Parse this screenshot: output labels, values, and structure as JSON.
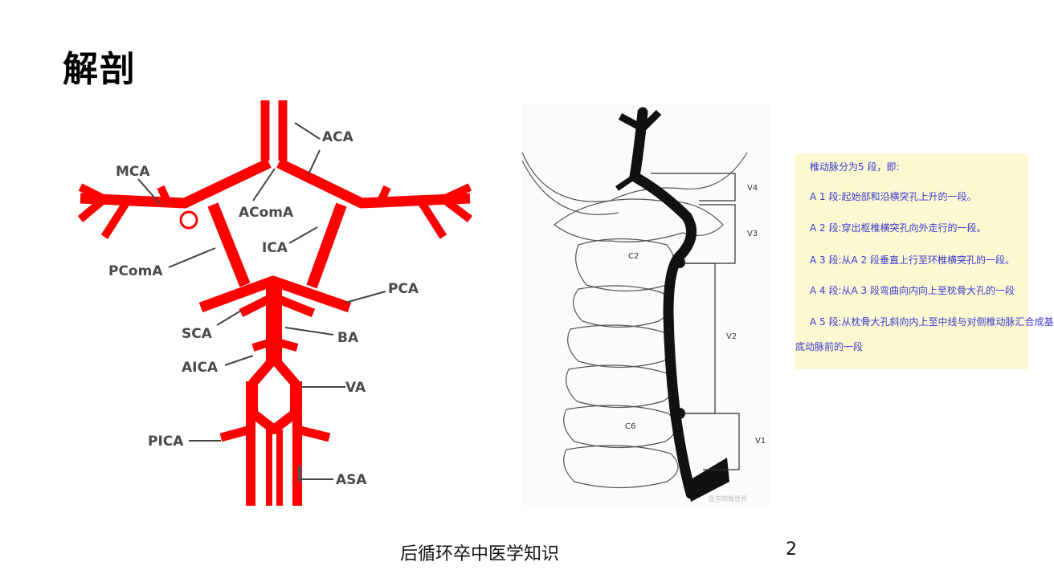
{
  "slide": {
    "title": "解剖",
    "footer": "后循环卒中医学知识",
    "page_number": "2"
  },
  "circle_diagram": {
    "labels": {
      "aca": "ACA",
      "mca": "MCA",
      "acoma": "AComA",
      "ica": "ICA",
      "pcoma": "PComA",
      "pca": "PCA",
      "sca": "SCA",
      "ba": "BA",
      "aica": "AICA",
      "va": "VA",
      "pica": "PICA",
      "asa": "ASA"
    },
    "vessel_color": "#ff0000"
  },
  "spine_figure": {
    "vertebra_labels": {
      "c2": "C2",
      "c6": "C6"
    },
    "segment_labels": {
      "v1": "V1",
      "v2": "V2",
      "v3": "V3",
      "v4": "V4"
    },
    "watermark": "医学的微世界"
  },
  "segments_note": {
    "intro": "椎动脉分为5 段，即:",
    "items": [
      "A 1 段:起始部和沿横突孔上升的一段。",
      "A 2 段:穿出枢椎横突孔向外走行的一段。",
      "A 3 段:从A 2 段垂直上行至环椎横突孔的一段。",
      "A 4 段:从A 3 段弯曲向内向上至枕骨大孔的一段",
      "A 5 段:从枕骨大孔斜向内上至中线与对侧椎动脉汇合成基"
    ],
    "continuation": "底动脉前的一段",
    "text_color": "#3a3ad0",
    "background": "#fcf8d2"
  }
}
